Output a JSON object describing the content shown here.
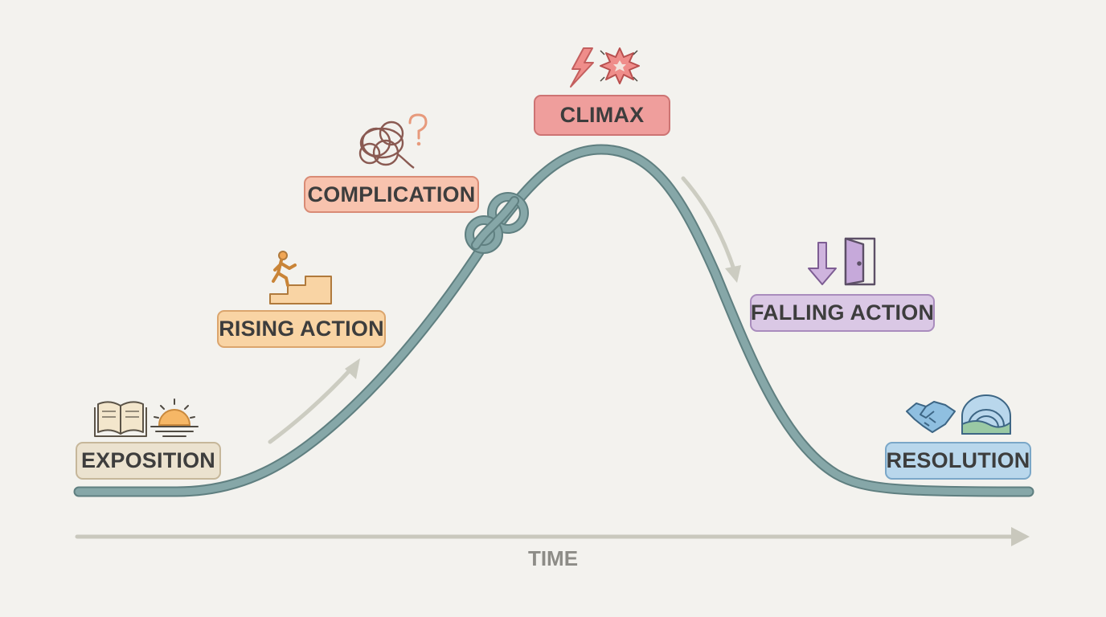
{
  "stages": [
    {
      "id": "exposition",
      "label": "EXPOSITION",
      "fill": "#ebe2cf",
      "border": "#c6b79a",
      "icons": [
        "open-book-icon",
        "sunrise-icon"
      ]
    },
    {
      "id": "rising",
      "label": "RISING ACTION",
      "fill": "#f9d4a4",
      "border": "#dba56d",
      "icons": [
        "climbing-stairs-icon"
      ]
    },
    {
      "id": "complication",
      "label": "COMPLICATION",
      "fill": "#f8c3ae",
      "border": "#d98b75",
      "icons": [
        "tangled-knot-icon",
        "question-mark-icon"
      ]
    },
    {
      "id": "climax",
      "label": "CLIMAX",
      "fill": "#ef9e9c",
      "border": "#cd7473",
      "icons": [
        "lightning-bolt-icon",
        "explosion-icon"
      ]
    },
    {
      "id": "falling",
      "label": "FALLING ACTION",
      "fill": "#dac8e5",
      "border": "#a98cbd",
      "icons": [
        "down-arrow-icon",
        "open-door-icon"
      ]
    },
    {
      "id": "resolution",
      "label": "RESOLUTION",
      "fill": "#b9d7ec",
      "border": "#7aa7c8",
      "icons": [
        "handshake-icon",
        "rainbow-landscape-icon"
      ]
    }
  ],
  "time_axis": {
    "label": "TIME"
  },
  "colors": {
    "background": "#f3f2ee",
    "rope": "#86a7a8",
    "rope_edge": "#5f7f80",
    "axis": "#c9c8bd",
    "arrow": "#c9c8bd"
  }
}
